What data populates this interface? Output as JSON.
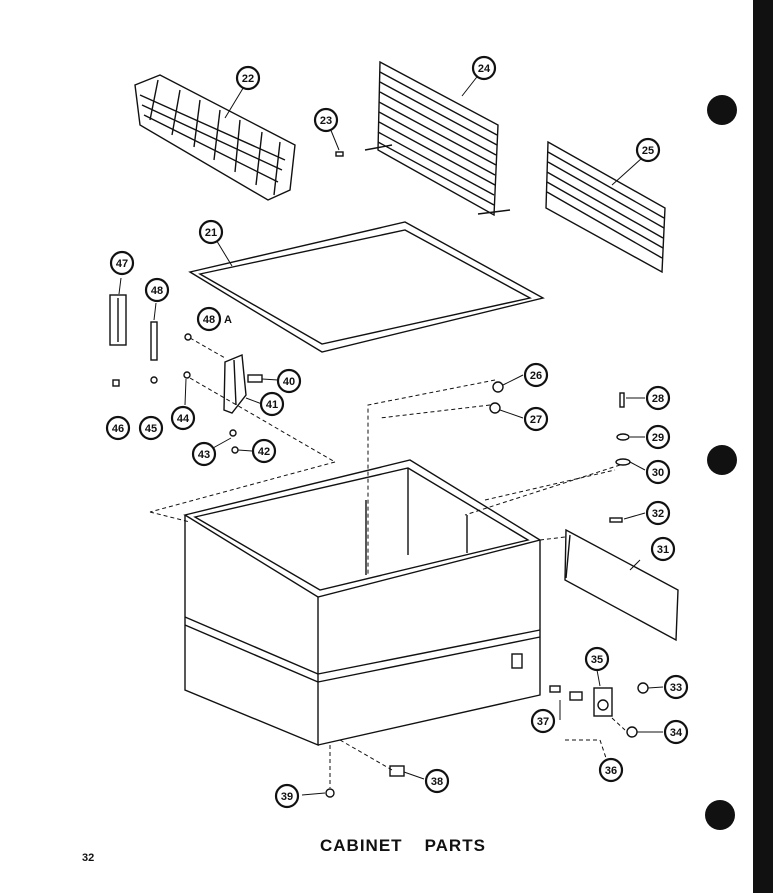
{
  "page": {
    "title_word1": "CABINET",
    "title_word2": "PARTS",
    "page_number": "32"
  },
  "callouts": [
    {
      "id": "22",
      "label": "22"
    },
    {
      "id": "23",
      "label": "23"
    },
    {
      "id": "24",
      "label": "24"
    },
    {
      "id": "25",
      "label": "25"
    },
    {
      "id": "21",
      "label": "21"
    },
    {
      "id": "47",
      "label": "47"
    },
    {
      "id": "48",
      "label": "48"
    },
    {
      "id": "48a",
      "label": "48",
      "suffix": "A"
    },
    {
      "id": "40",
      "label": "40"
    },
    {
      "id": "41",
      "label": "41"
    },
    {
      "id": "44",
      "label": "44"
    },
    {
      "id": "45",
      "label": "45"
    },
    {
      "id": "46",
      "label": "46"
    },
    {
      "id": "43",
      "label": "43"
    },
    {
      "id": "42",
      "label": "42"
    },
    {
      "id": "26",
      "label": "26"
    },
    {
      "id": "27",
      "label": "27"
    },
    {
      "id": "28",
      "label": "28"
    },
    {
      "id": "29",
      "label": "29"
    },
    {
      "id": "30",
      "label": "30"
    },
    {
      "id": "32",
      "label": "32"
    },
    {
      "id": "31",
      "label": "31"
    },
    {
      "id": "35",
      "label": "35"
    },
    {
      "id": "33",
      "label": "33"
    },
    {
      "id": "34",
      "label": "34"
    },
    {
      "id": "37",
      "label": "37"
    },
    {
      "id": "36",
      "label": "36"
    },
    {
      "id": "38",
      "label": "38"
    },
    {
      "id": "39",
      "label": "39"
    }
  ],
  "colors": {
    "ink": "#111111",
    "paper": "#ffffff"
  }
}
